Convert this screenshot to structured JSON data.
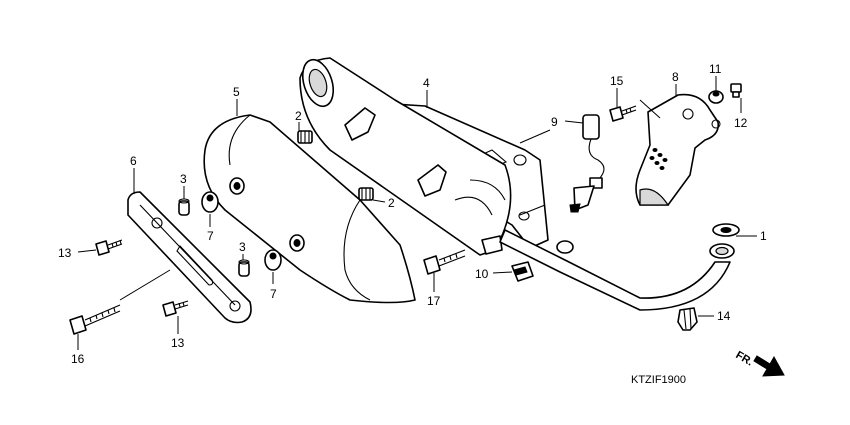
{
  "diagram": {
    "code": "KTZIF1900",
    "direction_label": "FR.",
    "direction_icon": "arrow-icon",
    "callouts": [
      "1",
      "2",
      "2",
      "3",
      "3",
      "4",
      "5",
      "6",
      "7",
      "7",
      "8",
      "9",
      "10",
      "11",
      "12",
      "13",
      "13",
      "14",
      "15",
      "16",
      "17"
    ]
  }
}
